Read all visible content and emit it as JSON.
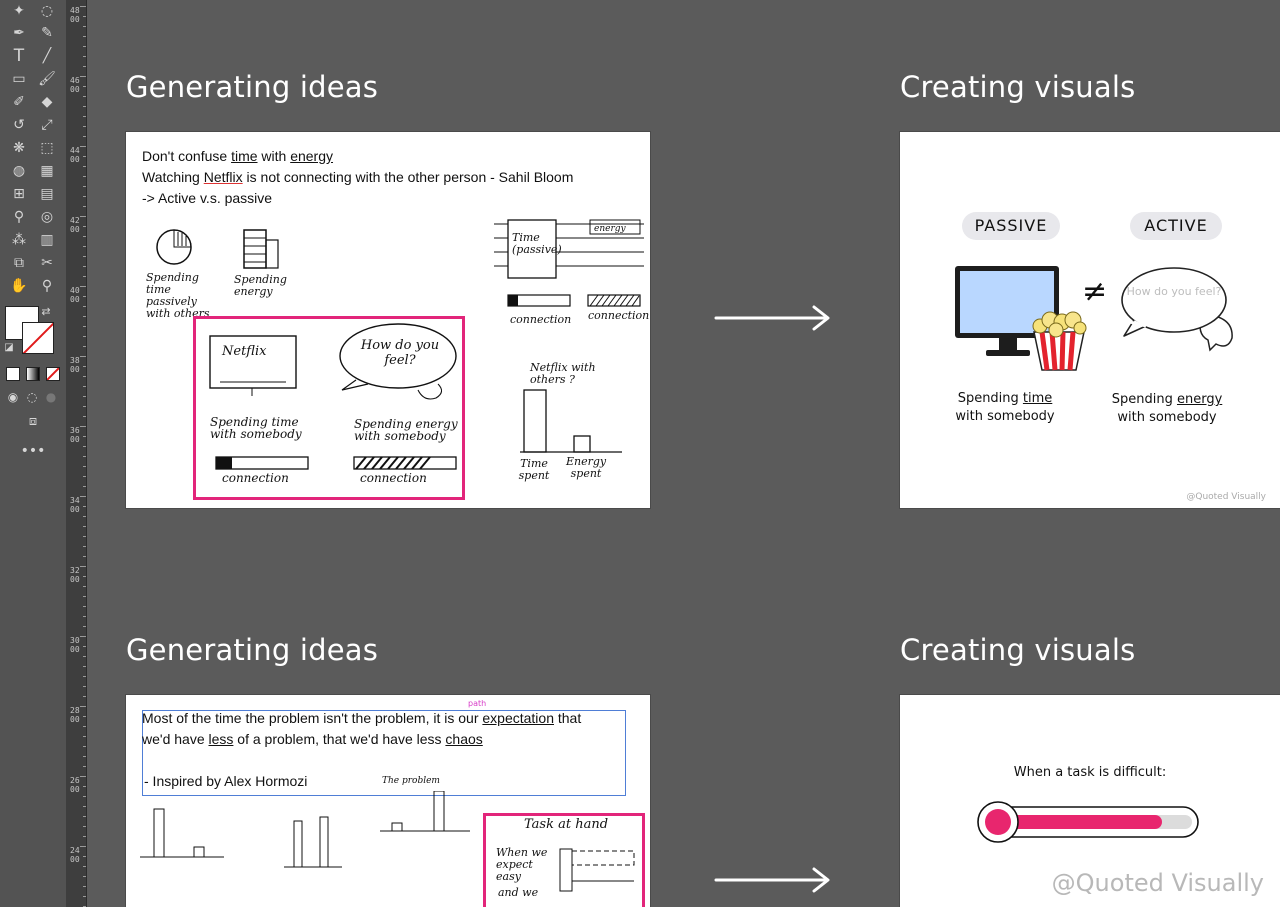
{
  "ruler_marks": [
    "4800",
    "4600",
    "4400",
    "4200",
    "4000",
    "3800",
    "3600",
    "3400",
    "3200",
    "3000",
    "2800",
    "2600",
    "2400"
  ],
  "sections": [
    {
      "ideas_heading": "Generating ideas",
      "visuals_heading": "Creating visuals"
    },
    {
      "ideas_heading": "Generating ideas",
      "visuals_heading": "Creating visuals"
    }
  ],
  "board1": {
    "line1_a": "Don't confuse ",
    "line1_time": "time",
    "line1_b": " with ",
    "line1_energy": "energy",
    "line2_a": "Watching ",
    "line2_netflix": "Netflix",
    "line2_b": " is not connecting with the other person - Sahil Bloom",
    "line3": "-> Active v.s. passive",
    "sk_spending_time": "Spending time passively with others",
    "sk_spending_energy": "Spending energy",
    "sk_time_passive": "Time (passive)",
    "sk_energy": "energy",
    "sk_connection": "connection",
    "sk_netflix": "Netflix",
    "sk_how_do_you_feel": "How do you feel?",
    "sk_spending_time_with": "Spending time with somebody",
    "sk_spending_energy_with": "Spending energy with somebody",
    "sk_netflix_with_others": "Netflix with others ?",
    "sk_time_spent": "Time spent",
    "sk_energy_spent": "Energy spent"
  },
  "visual1": {
    "passive_label": "PASSIVE",
    "active_label": "ACTIVE",
    "not_equal": "≠",
    "bubble_text": "How do you feel?",
    "left_caption_a": "Spending ",
    "left_caption_time": "time",
    "left_caption_b": "with somebody",
    "right_caption_a": "Spending ",
    "right_caption_energy": "energy",
    "right_caption_b": "with somebody",
    "watermark": "@Quoted Visually"
  },
  "board2": {
    "line1_a": "Most of the time the problem isn't the problem, it is our ",
    "line1_exp": "expectation",
    "line1_b": " that",
    "line2_a": "we'd have ",
    "line2_less": "less",
    "line2_b": " of a problem, that we'd have less ",
    "line2_chaos": "chaos",
    "line3": "- Inspired by Alex Hormozi",
    "path_label": "path",
    "sk_the_problem": "The problem",
    "sk_task_at_hand": "Task at hand",
    "sk_when_we_expect_easy": "When we expect easy",
    "sk_and_we": "and we"
  },
  "visual2": {
    "title": "When a task is difficult:",
    "watermark": "@Quoted Visually",
    "level": 0.85,
    "accent": "#e8266e"
  }
}
